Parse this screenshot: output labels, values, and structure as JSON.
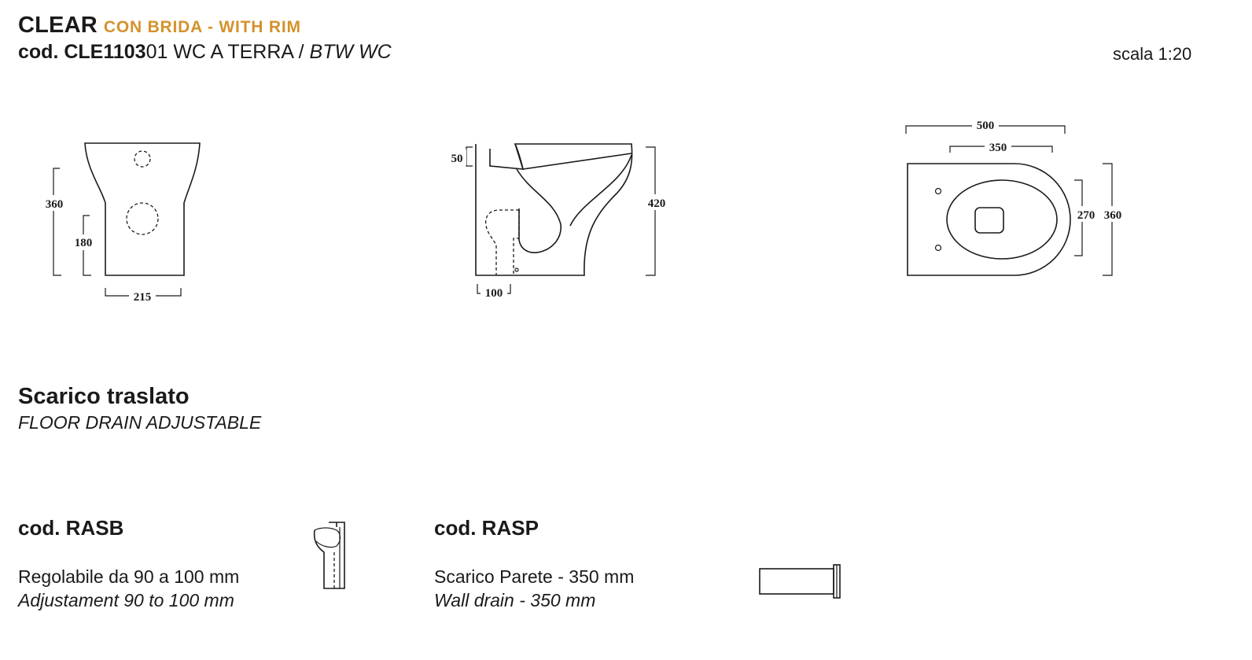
{
  "header": {
    "brand": "CLEAR",
    "tagline": "CON BRIDA - WITH RIM",
    "code_prefix": "cod. CLE1103",
    "code_suffix": "01",
    "product_it": " WC A TERRA / ",
    "product_en": "BTW WC",
    "scale": "scala 1:20"
  },
  "front_view": {
    "dim_height": "360",
    "dim_inlet": "180",
    "dim_width": "215"
  },
  "side_view": {
    "dim_top": "50",
    "dim_height": "420",
    "dim_outlet": "100"
  },
  "top_view": {
    "dim_length": "500",
    "dim_fixing": "350",
    "dim_inner": "270",
    "dim_width": "360"
  },
  "section": {
    "title": "Scarico traslato",
    "subtitle": "FLOOR DRAIN ADJUSTABLE"
  },
  "accessories": [
    {
      "code": "cod. RASB",
      "desc_it": "Regolabile da 90 a 100 mm",
      "desc_en": "Adjustament 90 to 100 mm"
    },
    {
      "code": "cod. RASP",
      "desc_it": "Scarico Parete - 350 mm",
      "desc_en": "Wall drain - 350 mm"
    }
  ],
  "colors": {
    "accent": "#d4922b",
    "ink": "#1a1a1a"
  }
}
